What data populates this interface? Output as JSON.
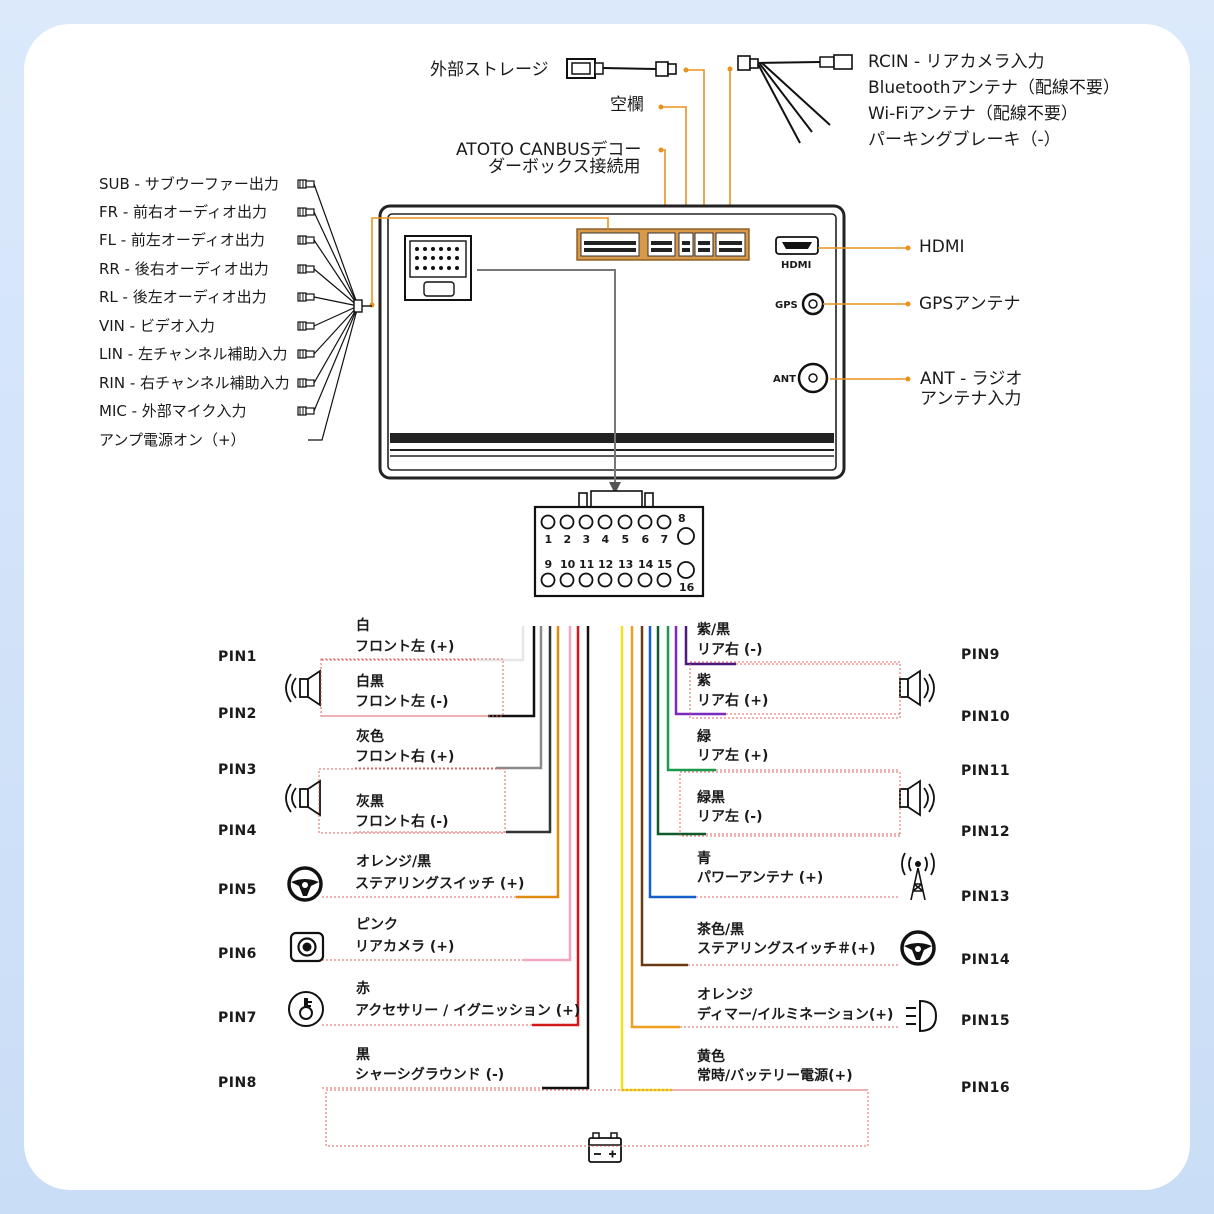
{
  "top_connectors": {
    "storage": "外部ストレージ",
    "blank": "空欄",
    "canbus_line1": "ATOTO CANBUSデコー",
    "canbus_line2": "ダーボックス接続用",
    "rcin": "RCIN - リアカメラ入力",
    "bt": "Bluetoothアンテナ（配線不要）",
    "wifi": "Wi-Fiアンテナ（配線不要）",
    "parking": "パーキングブレーキ（-）"
  },
  "left_rca": [
    {
      "label": "SUB - サブウーファー出力"
    },
    {
      "label": "FR - 前右オーディオ出力"
    },
    {
      "label": "FL - 前左オーディオ出力"
    },
    {
      "label": "RR - 後右オーディオ出力"
    },
    {
      "label": "RL - 後左オーディオ出力"
    },
    {
      "label": "VIN - ビデオ入力"
    },
    {
      "label": "LIN - 左チャンネル補助入力"
    },
    {
      "label": "RIN - 右チャンネル補助入力"
    },
    {
      "label": "MIC - 外部マイク入力"
    },
    {
      "label": "アンプ電源オン（+）"
    }
  ],
  "right_ports": {
    "hdmi_port": "HDMI",
    "hdmi_label": "HDMI",
    "gps_port": "GPS",
    "gps_label": "GPSアンテナ",
    "ant_port": "ANT",
    "ant_line1": "ANT - ラジオ",
    "ant_line2": "アンテナ入力"
  },
  "connector_pins": {
    "top_row": [
      "1",
      "2",
      "3",
      "4",
      "5",
      "6",
      "7"
    ],
    "pin8": "8",
    "bottom_row": [
      "9",
      "10",
      "11",
      "12",
      "13",
      "14",
      "15"
    ],
    "pin16": "16"
  },
  "pins_left": [
    {
      "pin": "PIN1",
      "color": "白",
      "func": "フロント左 (+)",
      "wire": "#e6e6e6",
      "icon": "speaker-icon"
    },
    {
      "pin": "PIN2",
      "color": "白黒",
      "func": "フロント左 (-)",
      "wire": "#111111",
      "icon": "speaker-icon"
    },
    {
      "pin": "PIN3",
      "color": "灰色",
      "func": "フロント右 (+)",
      "wire": "#8a8a8a",
      "icon": "speaker-icon"
    },
    {
      "pin": "PIN4",
      "color": "灰黒",
      "func": "フロント右 (-)",
      "wire": "#333333",
      "icon": "speaker-icon"
    },
    {
      "pin": "PIN5",
      "color": "オレンジ/黒",
      "func": "ステアリングスイッチ (+)",
      "wire": "#e08a10",
      "icon": "steering-wheel-icon"
    },
    {
      "pin": "PIN6",
      "color": "ピンク",
      "func": "リアカメラ (+)",
      "wire": "#f2a6c0",
      "icon": "camera-icon"
    },
    {
      "pin": "PIN7",
      "color": "赤",
      "func": "アクセサリー / イグニッション (+)",
      "wire": "#d21818",
      "icon": "ignition-key-icon"
    },
    {
      "pin": "PIN8",
      "color": "黒",
      "func": "シャーシグラウンド (-)",
      "wire": "#111111",
      "icon": "battery-icon"
    }
  ],
  "pins_right": [
    {
      "pin": "PIN9",
      "color": "紫/黒",
      "func": "リア右 (-)",
      "wire": "#4a1a80",
      "icon": "speaker-icon"
    },
    {
      "pin": "PIN10",
      "color": "紫",
      "func": "リア右 (+)",
      "wire": "#7a2ac0",
      "icon": "speaker-icon"
    },
    {
      "pin": "PIN11",
      "color": "緑",
      "func": "リア左 (+)",
      "wire": "#1a9a4a",
      "icon": "speaker-icon"
    },
    {
      "pin": "PIN12",
      "color": "緑黒",
      "func": "リア左 (-)",
      "wire": "#0e5a2a",
      "icon": "speaker-icon"
    },
    {
      "pin": "PIN13",
      "color": "青",
      "func": "パワーアンテナ (+)",
      "wire": "#1560c8",
      "icon": "antenna-tower-icon"
    },
    {
      "pin": "PIN14",
      "color": "茶色/黒",
      "func": "ステアリングスイッチ＃(+)",
      "wire": "#6b3a12",
      "icon": "steering-wheel-icon"
    },
    {
      "pin": "PIN15",
      "color": "オレンジ",
      "func": "ディマー/イルミネーション(+)",
      "wire": "#f0a020",
      "icon": "headlight-icon"
    },
    {
      "pin": "PIN16",
      "color": "黄色",
      "func": "常時/バッテリー電源(+)",
      "wire": "#f2e020",
      "icon": "battery-icon"
    }
  ],
  "colors": {
    "accent": "#e8921e",
    "dash": "#dd6666"
  }
}
